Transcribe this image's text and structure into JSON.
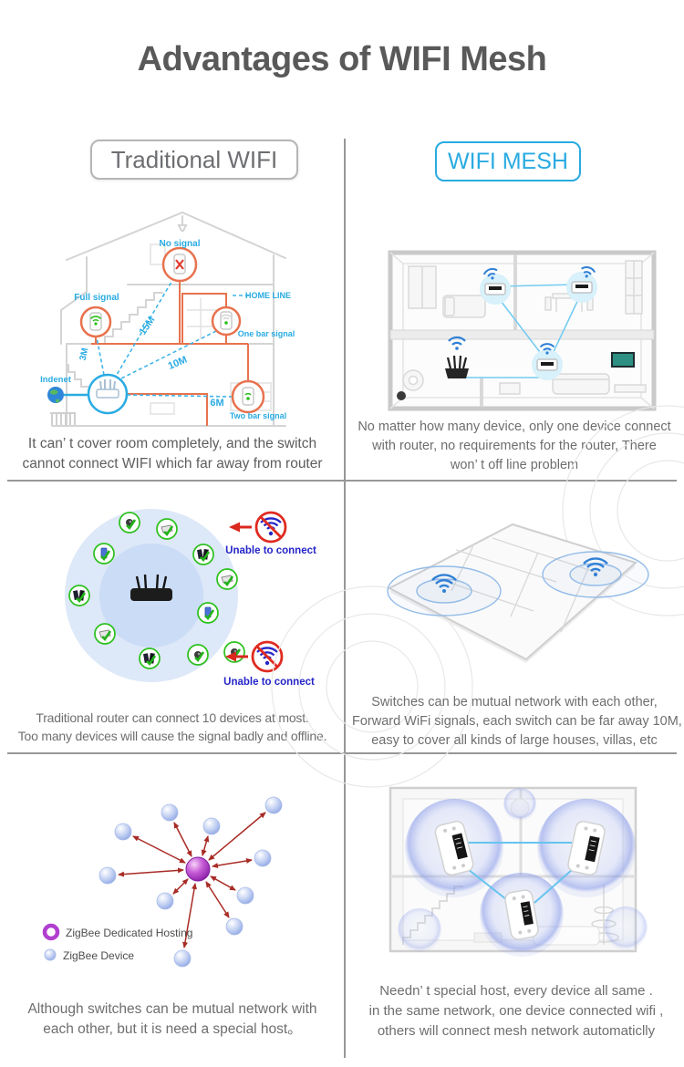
{
  "title": "Advantages of WIFI Mesh",
  "header": {
    "traditional": "Traditional WIFI",
    "mesh": "WIFI MESH"
  },
  "colors": {
    "accent_blue": "#29abe2",
    "wiring_orange": "#e8724e",
    "device_green": "#2bc11c",
    "alert_red": "#e02a20",
    "label_indigo": "#2525c8",
    "host_purple": "#a938c9",
    "zigbee_node_blue": "#aec3f0",
    "arrow_dark_red": "#a82b25",
    "text_gray": "#6e6e6e",
    "title_gray": "#595959"
  },
  "rows": {
    "coverage": {
      "traditional": {
        "labels": {
          "no_signal": "No signal",
          "full_signal": "Full signal",
          "home_line": "HOME LINE",
          "one_bar": "One bar signal",
          "two_bar": "Two bar signal",
          "internet": "Indenet",
          "dist_15m": "15M",
          "dist_10m": "10M",
          "dist_6m": "6M",
          "dist_3m": "3M"
        },
        "caption": "It can’ t cover room completely, and the switch\ncannot connect WIFI which far away from router"
      },
      "mesh": {
        "caption": "No matter how many device, only one device connect\nwith router, no requirements for the router, There\nwon’ t off line problem"
      }
    },
    "capacity": {
      "traditional": {
        "labels": {
          "unable_top": "Unable to connect",
          "unable_bottom": "Unable to connect"
        },
        "caption": "Traditional router can connect 10 devices at most.\nToo many devices will cause the signal badly and offline."
      },
      "mesh": {
        "caption": "Switches can be mutual network with each other,\nForward WiFi signals, each switch can be far away 10M,\neasy to cover all kinds of large houses, villas, etc"
      }
    },
    "host": {
      "traditional": {
        "legend": {
          "hosting": "ZigBee Dedicated Hosting",
          "device": "ZigBee Device"
        },
        "caption": "Although switches can be mutual network with\neach other, but it is need a special host。"
      },
      "mesh": {
        "caption": "Needn’ t special host, every device all same .\nin the same network, one device connected wifi ,\nothers will connect mesh network automaticlly"
      }
    }
  }
}
